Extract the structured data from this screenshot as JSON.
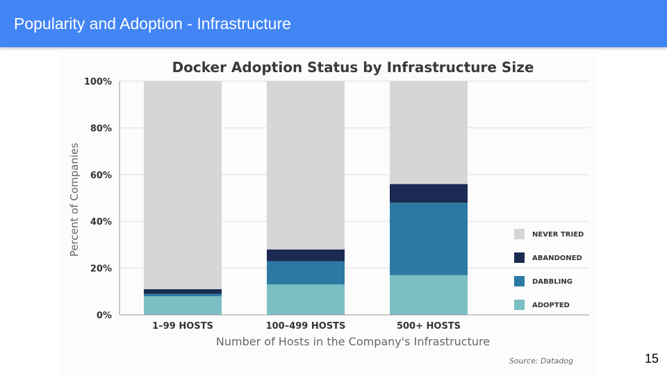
{
  "slide": {
    "title": "Popularity and Adoption - Infrastructure",
    "page_number": "15",
    "source": "Source: Datadog"
  },
  "chart_data": {
    "type": "bar",
    "stacked": true,
    "title": "Docker Adoption Status by Infrastructure Size",
    "xlabel": "Number of Hosts in the Company's Infrastructure",
    "ylabel": "Percent of Companies",
    "ylim": [
      0,
      100
    ],
    "yticks": [
      "0%",
      "20%",
      "40%",
      "60%",
      "80%",
      "100%"
    ],
    "grid": true,
    "legend_position": "right",
    "categories": [
      "1–99 HOSTS",
      "100–499 HOSTS",
      "500+ HOSTS"
    ],
    "series": [
      {
        "name": "ADOPTED",
        "color": "#7bbfc3",
        "values": [
          8,
          13,
          17
        ]
      },
      {
        "name": "DABBLING",
        "color": "#2c7aa4",
        "values": [
          1,
          10,
          31
        ]
      },
      {
        "name": "ABANDONED",
        "color": "#1b2a52",
        "values": [
          2,
          5,
          8
        ]
      },
      {
        "name": "NEVER TRIED",
        "color": "#d6d6d6",
        "values": [
          89,
          72,
          44
        ]
      }
    ]
  }
}
